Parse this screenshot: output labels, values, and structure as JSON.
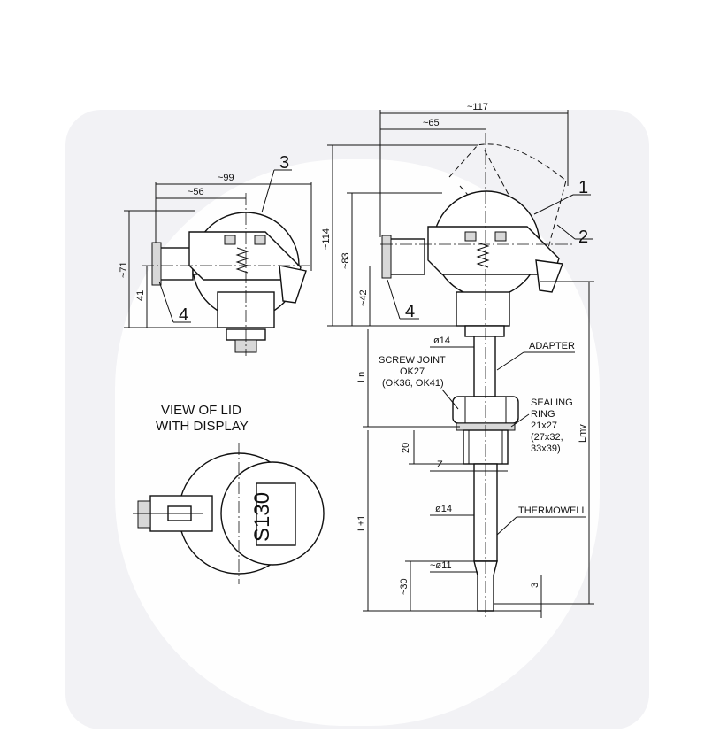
{
  "side_view": {
    "dims": {
      "width_total": "~99",
      "width_part": "~56",
      "height_total": "~71",
      "height_part": "41"
    },
    "callouts": {
      "head": "3",
      "plug": "4"
    }
  },
  "front_view": {
    "dims": {
      "width_total": "~117",
      "width_part": "~65",
      "height_total": "~114",
      "height_mid": "~83",
      "height_low": "~42",
      "adapter_dia": "ø14",
      "Ln": "Ln",
      "Lmv": "Lmv",
      "collar_h": "20",
      "Z": "Z",
      "L": "L±1",
      "tube_dia": "ø14",
      "tip_dia": "~ø11",
      "tip_len": "~30",
      "tip_gap": "3"
    },
    "callouts": {
      "body": "1",
      "lid_open": "2",
      "plug": "4"
    },
    "labels": {
      "adapter": "ADAPTER",
      "screw_joint": [
        "SCREW JOINT",
        "OK27",
        "(OK36, OK41)"
      ],
      "sealing_ring": [
        "SEALING",
        "RING",
        "21x27",
        "(27x32,",
        "33x39)"
      ],
      "thermowell": "THERMOWELL"
    }
  },
  "lid_view": {
    "title": [
      "VIEW OF LID",
      "WITH DISPLAY"
    ],
    "display_value": "S130"
  }
}
